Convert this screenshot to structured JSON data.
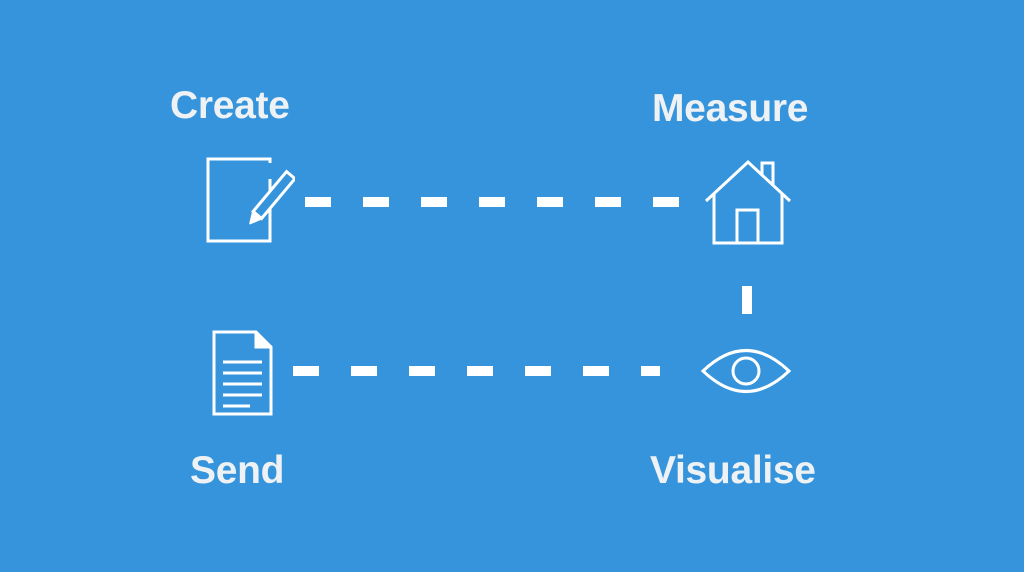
{
  "colors": {
    "background": "#3594dc",
    "foreground": "#ffffff",
    "label": "#eef2f5"
  },
  "steps": [
    {
      "label": "Create",
      "icon": "pencil-document-icon"
    },
    {
      "label": "Measure",
      "icon": "house-icon"
    },
    {
      "label": "Visualise",
      "icon": "eye-icon"
    },
    {
      "label": "Send",
      "icon": "document-icon"
    }
  ]
}
